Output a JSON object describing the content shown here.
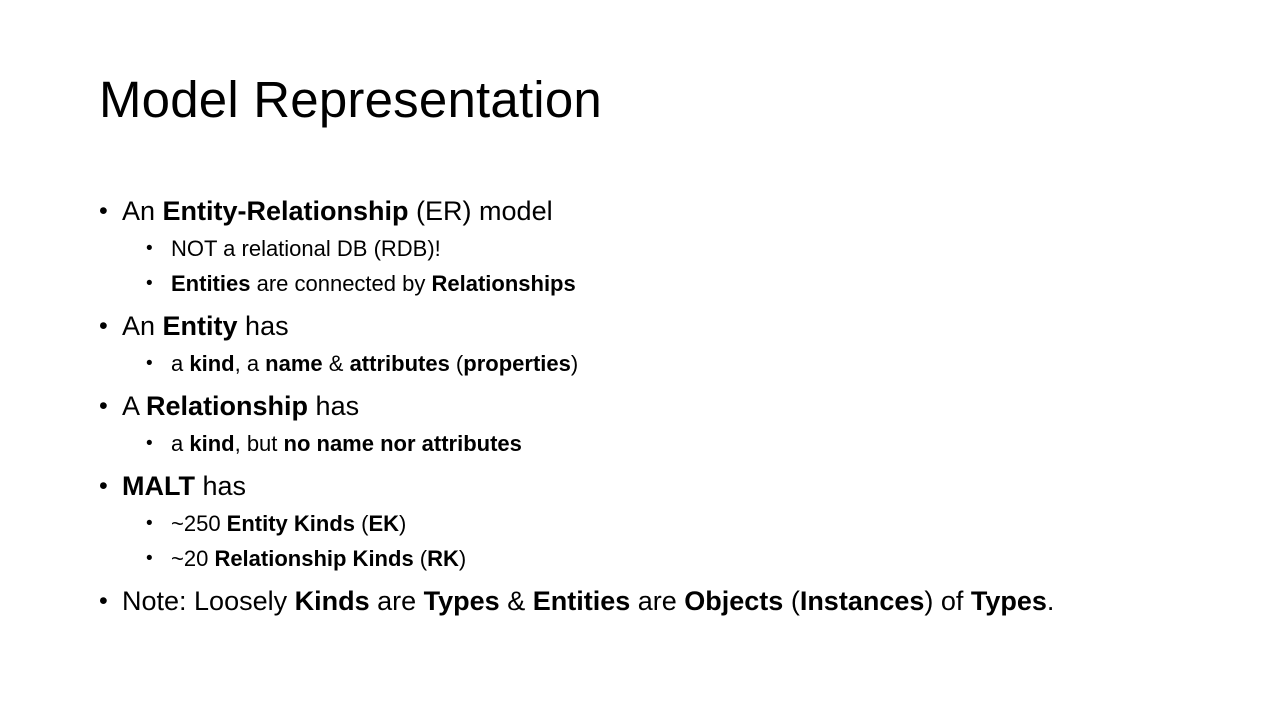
{
  "slide": {
    "title": "Model Representation",
    "bullets": [
      {
        "runs": [
          {
            "text": "An ",
            "bold": false
          },
          {
            "text": "Entity-Relationship",
            "bold": true
          },
          {
            "text": " (ER) model",
            "bold": false
          }
        ],
        "sub": [
          {
            "runs": [
              {
                "text": "NOT a relational DB (RDB)!",
                "bold": false
              }
            ]
          },
          {
            "runs": [
              {
                "text": "Entities",
                "bold": true
              },
              {
                "text": " are connected by ",
                "bold": false
              },
              {
                "text": "Relationships",
                "bold": true
              }
            ]
          }
        ]
      },
      {
        "runs": [
          {
            "text": "An ",
            "bold": false
          },
          {
            "text": "Entity",
            "bold": true
          },
          {
            "text": " has",
            "bold": false
          }
        ],
        "sub": [
          {
            "runs": [
              {
                "text": "a ",
                "bold": false
              },
              {
                "text": "kind",
                "bold": true
              },
              {
                "text": ", a ",
                "bold": false
              },
              {
                "text": "name",
                "bold": true
              },
              {
                "text": " & ",
                "bold": false
              },
              {
                "text": "attributes",
                "bold": true
              },
              {
                "text": " (",
                "bold": false
              },
              {
                "text": "properties",
                "bold": true
              },
              {
                "text": ")",
                "bold": false
              }
            ]
          }
        ]
      },
      {
        "runs": [
          {
            "text": "A ",
            "bold": false
          },
          {
            "text": "Relationship",
            "bold": true
          },
          {
            "text": " has",
            "bold": false
          }
        ],
        "sub": [
          {
            "runs": [
              {
                "text": "a ",
                "bold": false
              },
              {
                "text": "kind",
                "bold": true
              },
              {
                "text": ", but ",
                "bold": false
              },
              {
                "text": "no name nor attributes",
                "bold": true
              }
            ]
          }
        ]
      },
      {
        "runs": [
          {
            "text": "MALT",
            "bold": true
          },
          {
            "text": " has",
            "bold": false
          }
        ],
        "sub": [
          {
            "runs": [
              {
                "text": "~250 ",
                "bold": false
              },
              {
                "text": "Entity Kinds",
                "bold": true
              },
              {
                "text": " (",
                "bold": false
              },
              {
                "text": "EK",
                "bold": true
              },
              {
                "text": ")",
                "bold": false
              }
            ]
          },
          {
            "runs": [
              {
                "text": "~20 ",
                "bold": false
              },
              {
                "text": "Relationship Kinds",
                "bold": true
              },
              {
                "text": " (",
                "bold": false
              },
              {
                "text": "RK",
                "bold": true
              },
              {
                "text": ")",
                "bold": false
              }
            ]
          }
        ]
      },
      {
        "runs": [
          {
            "text": "Note: Loosely ",
            "bold": false
          },
          {
            "text": "Kinds",
            "bold": true
          },
          {
            "text": " are ",
            "bold": false
          },
          {
            "text": "Types",
            "bold": true
          },
          {
            "text": " & ",
            "bold": false
          },
          {
            "text": "Entities",
            "bold": true
          },
          {
            "text": " are ",
            "bold": false
          },
          {
            "text": "Objects",
            "bold": true
          },
          {
            "text": " (",
            "bold": false
          },
          {
            "text": "Instances",
            "bold": true
          },
          {
            "text": ") of ",
            "bold": false
          },
          {
            "text": "Types",
            "bold": true
          },
          {
            "text": ".",
            "bold": false
          }
        ],
        "sub": []
      }
    ]
  }
}
